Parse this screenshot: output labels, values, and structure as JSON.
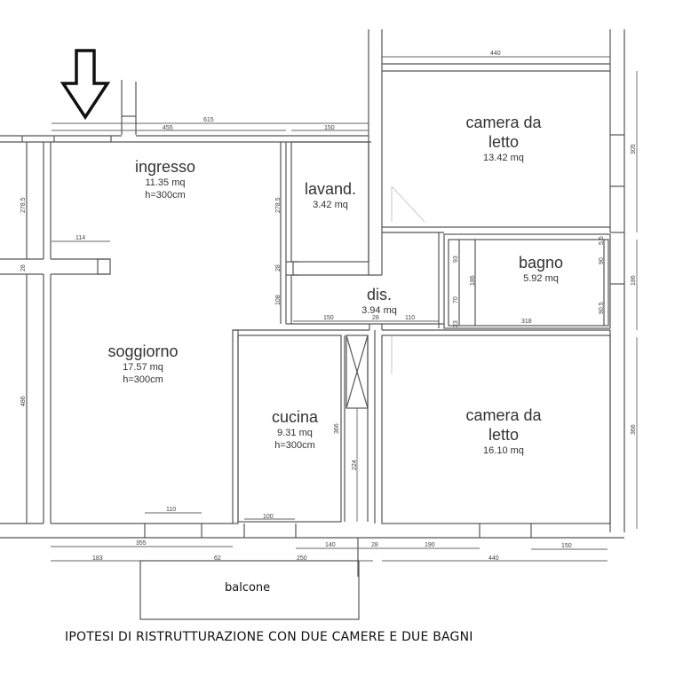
{
  "title": "IPOTESI DI RISTRUTTURAZIONE CON DUE CAMERE E DUE BAGNI",
  "entrance_marker": {
    "icon": "arrow-down-icon"
  },
  "rooms": {
    "ingresso": {
      "name": "ingresso",
      "area": "11.35 mq",
      "height": "h=300cm"
    },
    "lavanderia": {
      "name": "lavand.",
      "area": "3.42 mq"
    },
    "camera1": {
      "name_line1": "camera da",
      "name_line2": "letto",
      "area": "13.42 mq"
    },
    "bagno": {
      "name": "bagno",
      "area": "5.92 mq"
    },
    "disimpegno": {
      "name": "dis.",
      "area": "3.94 mq"
    },
    "soggiorno": {
      "name": "soggiorno",
      "area": "17.57 mq",
      "height": "h=300cm"
    },
    "cucina": {
      "name": "cucina",
      "area": "9.31 mq",
      "height": "h=300cm"
    },
    "camera2": {
      "name_line1": "camera da",
      "name_line2": "letto",
      "area": "16.10 mq"
    },
    "balcone": {
      "name": "balcone"
    }
  },
  "dimensions": {
    "top_615": "615",
    "top_455": "455",
    "top_150": "150",
    "top_440": "440",
    "right_305": "305",
    "right_186": "186",
    "right_366": "366",
    "left_278_5": "278.5",
    "left_28": "28",
    "left_486": "486",
    "ingresso_114": "114",
    "mid_278_5": "278.5",
    "mid_28": "28",
    "mid_108": "108",
    "dis_150": "150",
    "dis_28": "28",
    "dis_110": "110",
    "bagno_93": "93",
    "bagno_70": "70",
    "bagno_23": "23",
    "bagno_186": "186",
    "bagno_318": "318",
    "bagno_5_5": "5.5",
    "bagno_90": "90",
    "bagno_90_5": "90.5",
    "soggiorno_110": "110",
    "cucina_366": "366",
    "cucina_224": "224",
    "cucina_100": "100",
    "bottom_355": "355",
    "bottom_183": "183",
    "bottom_62": "62",
    "bottom_250": "250",
    "bottom_140": "140",
    "bottom_28": "28",
    "bottom_190": "190",
    "bottom_150": "150",
    "bottom_440": "440"
  }
}
